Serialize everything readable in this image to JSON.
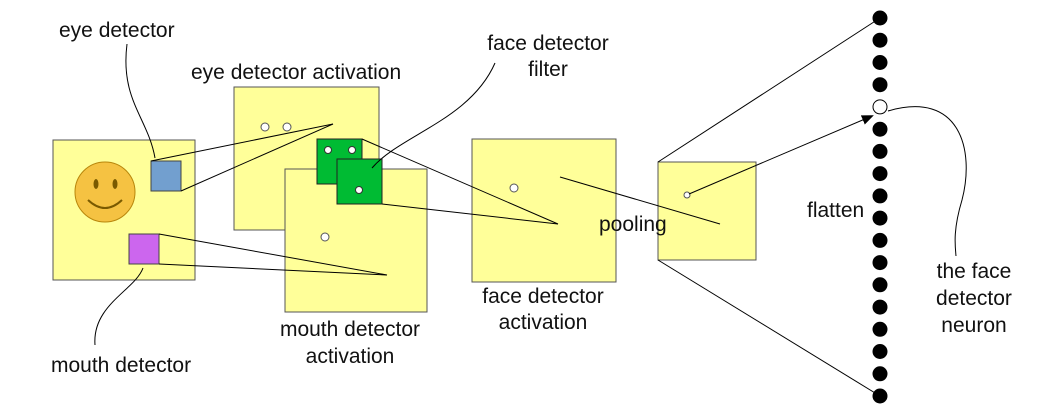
{
  "labels": {
    "eye_detector": "eye detector",
    "eye_detector_activation": "eye detector activation",
    "face_detector_filter_line1": "face detector",
    "face_detector_filter_line2": "filter",
    "mouth_detector": "mouth detector",
    "mouth_detector_activation_line1": "mouth detector",
    "mouth_detector_activation_line2": "activation",
    "face_detector_activation_line1": "face detector",
    "face_detector_activation_line2": "activation",
    "pooling": "pooling",
    "flatten": "flatten",
    "face_neuron_line1": "the face",
    "face_neuron_line2": "detector",
    "face_neuron_line3": "neuron"
  },
  "colors": {
    "map_fill": "#ffff99",
    "map_stroke": "#555555",
    "eye_filter": "#729fcf",
    "mouth_filter": "#cc66ee",
    "face_filter": "#00bb33",
    "face_emoji": "#f5c242",
    "neuron": "#000000",
    "neuron_active": "#ffffff"
  },
  "icons": {
    "smiley": "smiley-face-icon"
  },
  "flatten_layer": {
    "neuron_count": 18,
    "highlighted_neuron_index": 4
  }
}
